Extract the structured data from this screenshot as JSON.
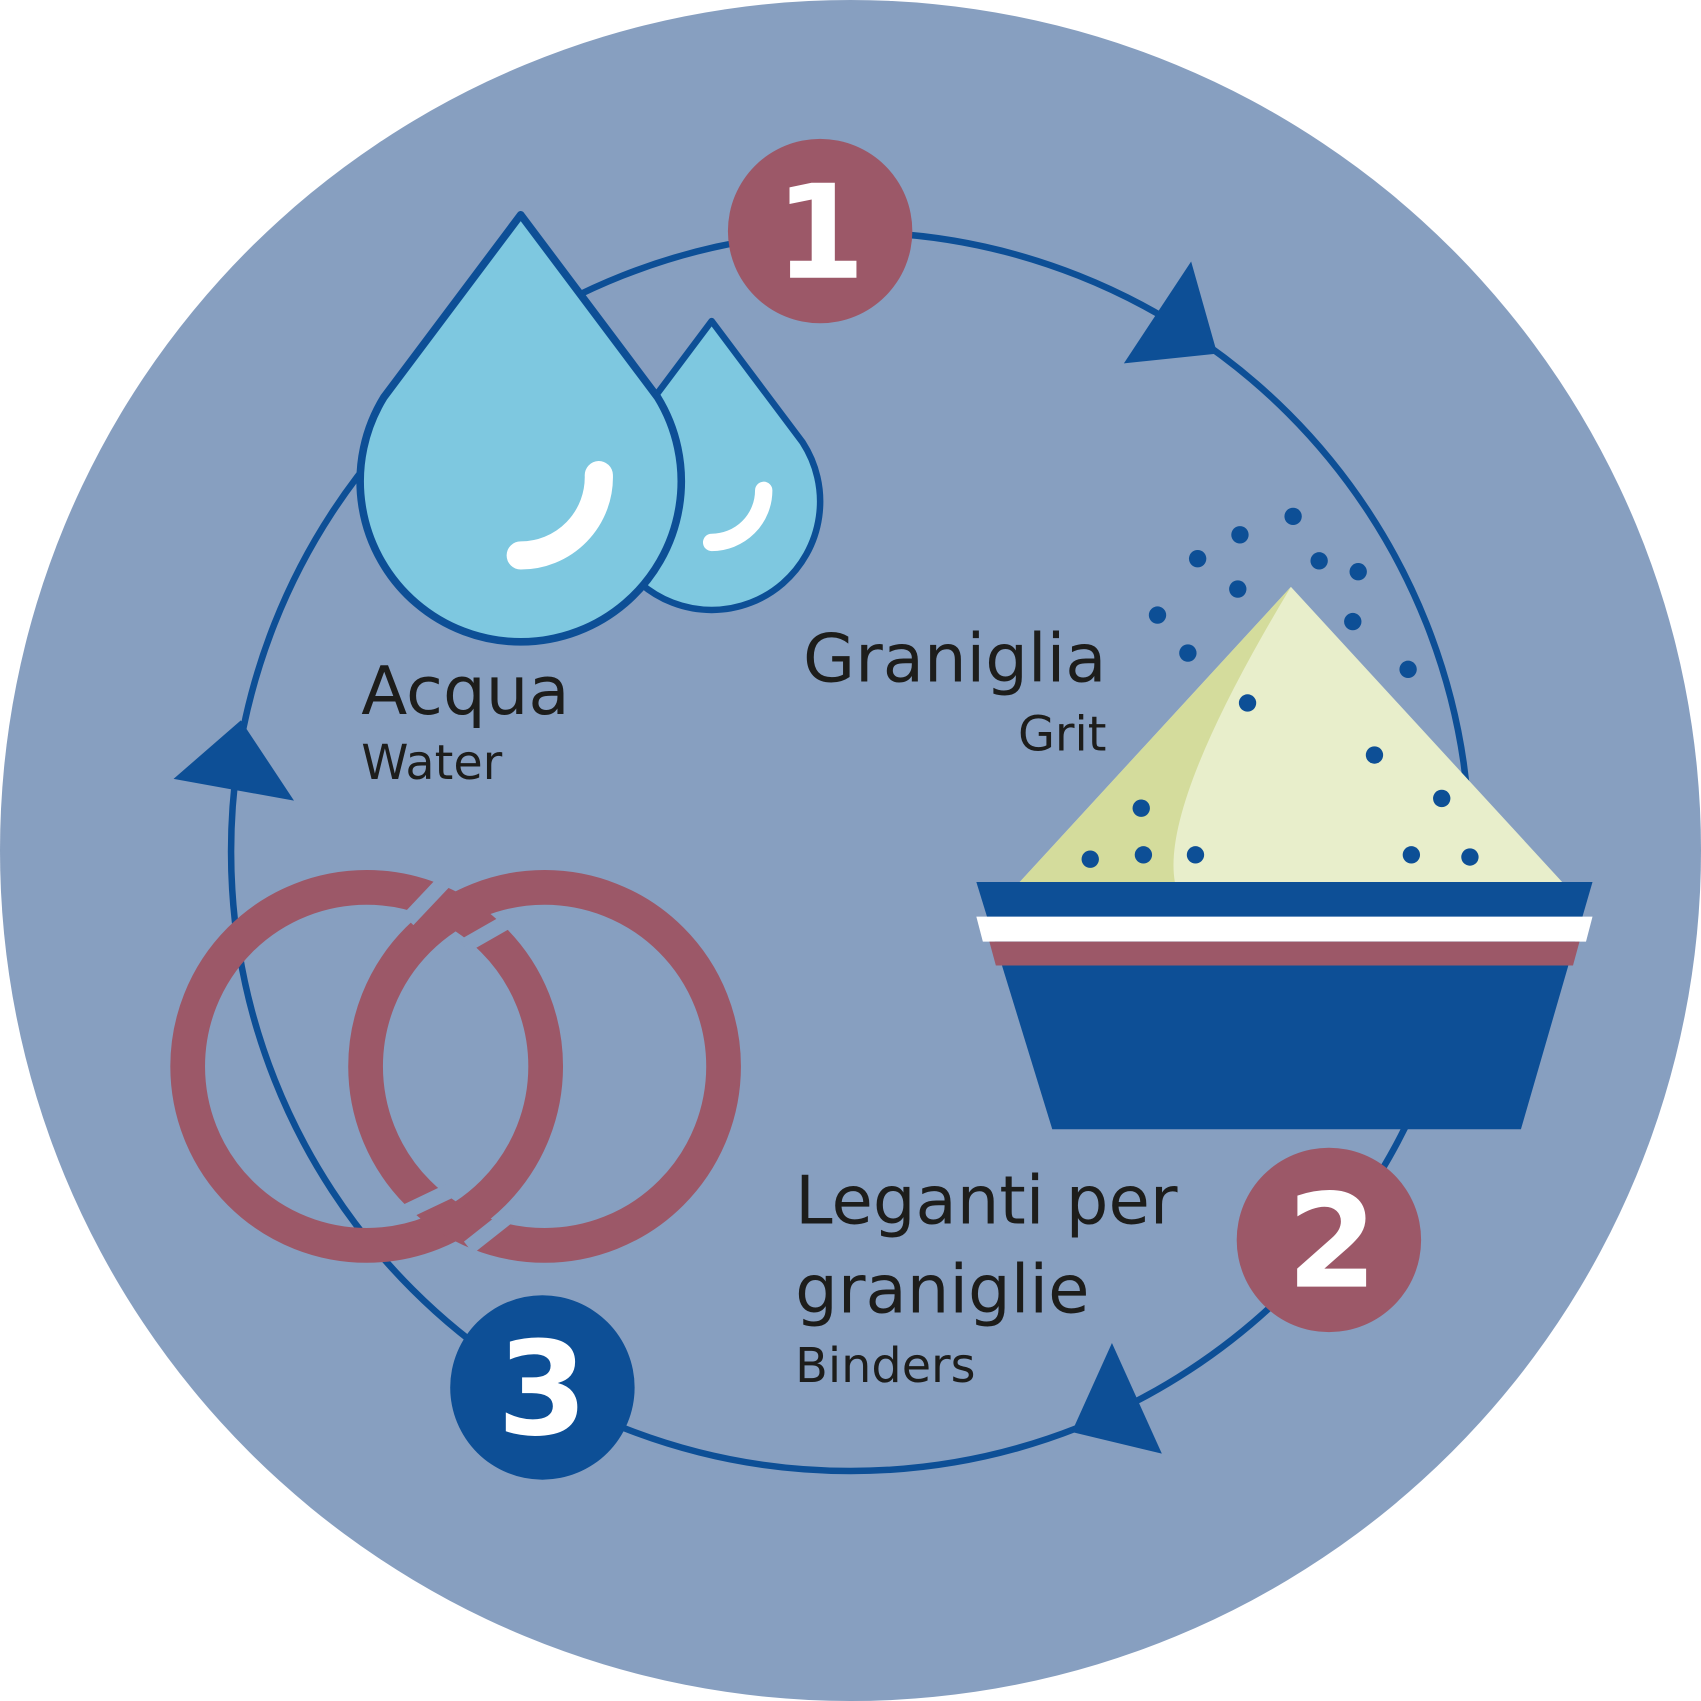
{
  "colors": {
    "background": "#879fc0",
    "navy": "#0d4f96",
    "mauve": "#9c5868",
    "water": "#7ec8e0",
    "grit_light": "#e8eecb",
    "grit_shade": "#d4dc9c"
  },
  "steps": [
    {
      "number": "1",
      "title": "Acqua",
      "subtitle": "Water",
      "icon": "water-drops-icon"
    },
    {
      "number": "2",
      "title": "Graniglia",
      "subtitle": "Grit",
      "icon": "grit-bowl-icon"
    },
    {
      "number": "3",
      "title_line1": "Leganti per",
      "title_line2": "graniglie",
      "subtitle": "Binders",
      "icon": "binder-rings-icon"
    }
  ]
}
